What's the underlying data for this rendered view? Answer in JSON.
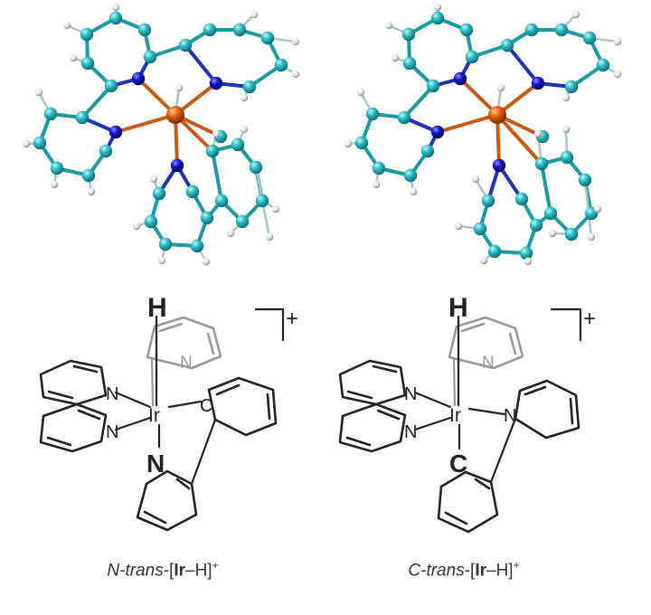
{
  "structures": [
    {
      "atoms": {
        "hydride": "H",
        "metal": "Ir",
        "n_bipy_top": "N",
        "n_bipy_bottom": "N",
        "n_far": "N",
        "c_side": "C",
        "trans_atom": "N"
      },
      "charge": "+",
      "caption": {
        "prefix": "N-trans",
        "dash": "-[",
        "metal": "Ir",
        "hydride": "–H]",
        "charge": "+"
      }
    },
    {
      "atoms": {
        "hydride": "H",
        "metal": "Ir",
        "n_bipy_top": "N",
        "n_bipy_bottom": "N",
        "n_far": "N",
        "n_side": "N",
        "trans_atom": "C"
      },
      "charge": "+",
      "caption": {
        "prefix": "C-trans",
        "dash": "-[",
        "metal": "Ir",
        "hydride": "–H]",
        "charge": "+"
      }
    }
  ],
  "colors": {
    "carbon": "#2bbcc4",
    "nitrogen": "#1414c8",
    "iridium": "#e06010",
    "hydrogen": "#e8e8e8",
    "bond": "#222222",
    "pale_ring": "#999999"
  }
}
